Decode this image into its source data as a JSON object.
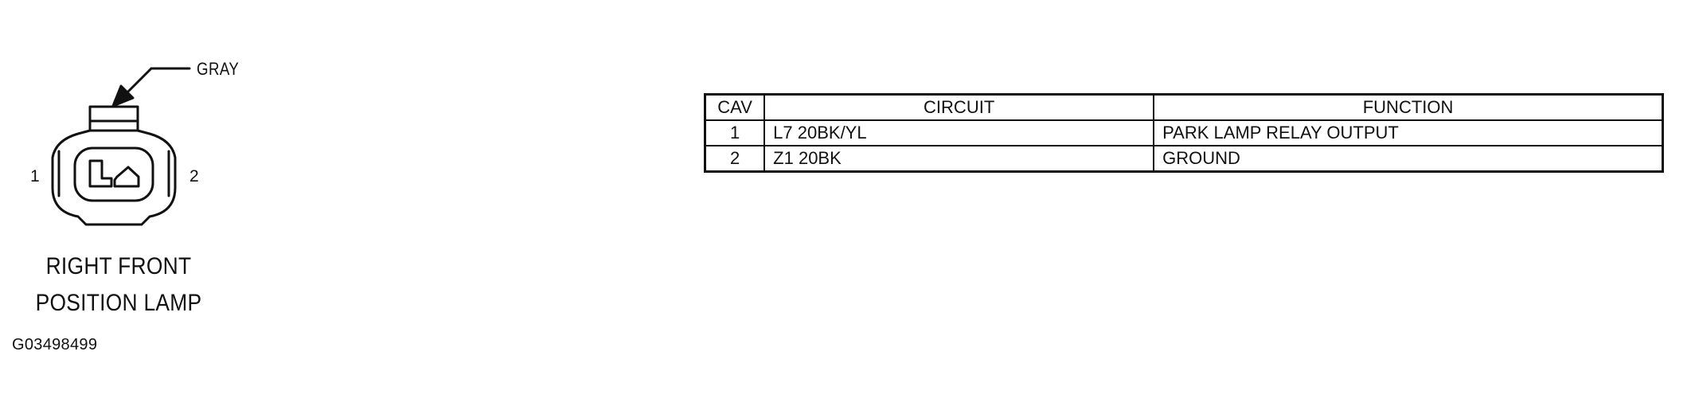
{
  "connector": {
    "color_callout": "GRAY",
    "pin_left_label": "1",
    "pin_right_label": "2",
    "caption_line_1": "RIGHT FRONT",
    "caption_line_2": "POSITION LAMP",
    "figure_code": "G03498499"
  },
  "table": {
    "headers": {
      "cav": "CAV",
      "circuit": "CIRCUIT",
      "function": "FUNCTION"
    },
    "rows": [
      {
        "cav": "1",
        "circuit": "L7 20BK/YL",
        "function": "PARK LAMP RELAY OUTPUT"
      },
      {
        "cav": "2",
        "circuit": "Z1 20BK",
        "function": "GROUND"
      }
    ]
  }
}
